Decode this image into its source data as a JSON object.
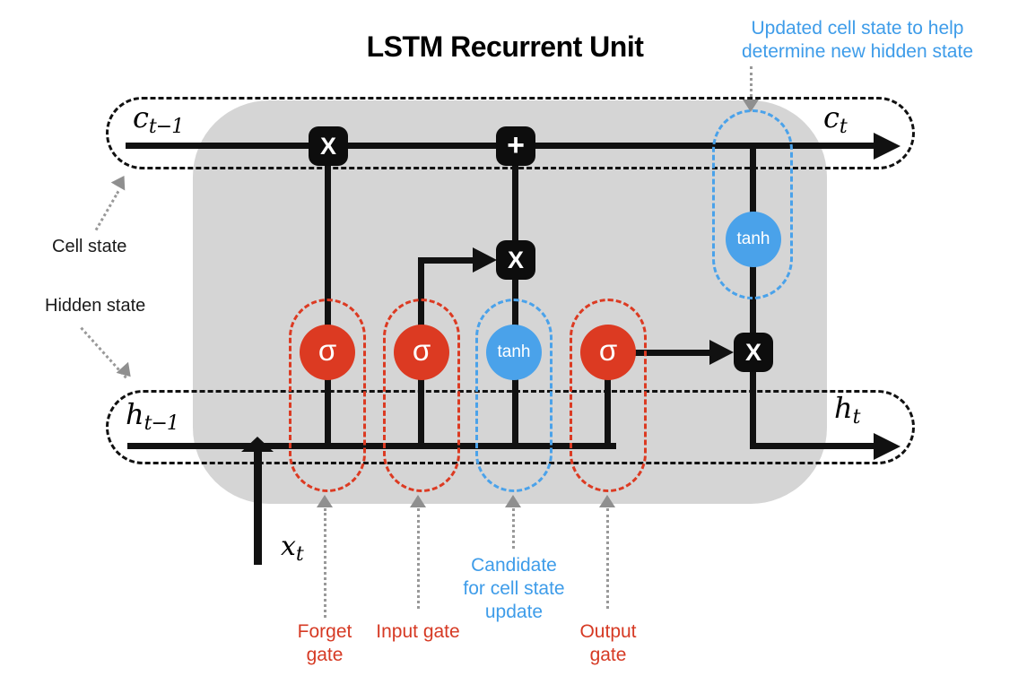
{
  "title": "LSTM Recurrent Unit",
  "colors": {
    "red": "#DC3A22",
    "blue": "#4AA2EA",
    "blue_text": "#3E9CE9",
    "red_text": "#D63A24",
    "gray_body": "#D5D5D5",
    "ink": "#111111"
  },
  "math": {
    "c_prev": {
      "base": "c",
      "sub": "t−1"
    },
    "c_t": {
      "base": "c",
      "sub": "t"
    },
    "h_prev": {
      "base": "h",
      "sub": "t−1"
    },
    "h_t": {
      "base": "h",
      "sub": "t"
    },
    "x_t": {
      "base": "x",
      "sub": "t"
    }
  },
  "nodes": {
    "multiply_forget": "X",
    "add": "+",
    "multiply_candidate": "X",
    "multiply_output": "X",
    "sigma_forget": "σ",
    "sigma_input": "σ",
    "tanh_candidate": "tanh",
    "sigma_output": "σ",
    "tanh_output": "tanh"
  },
  "annotations": {
    "updated_cell": {
      "lines": [
        "Updated cell state to help",
        "determine new hidden state"
      ]
    },
    "cell_state": "Cell state",
    "hidden_state": "Hidden state",
    "candidate": {
      "lines": [
        "Candidate",
        "for cell state",
        "update"
      ]
    },
    "forget_gate": "Forget gate",
    "input_gate": "Input gate",
    "output_gate": "Output gate"
  }
}
